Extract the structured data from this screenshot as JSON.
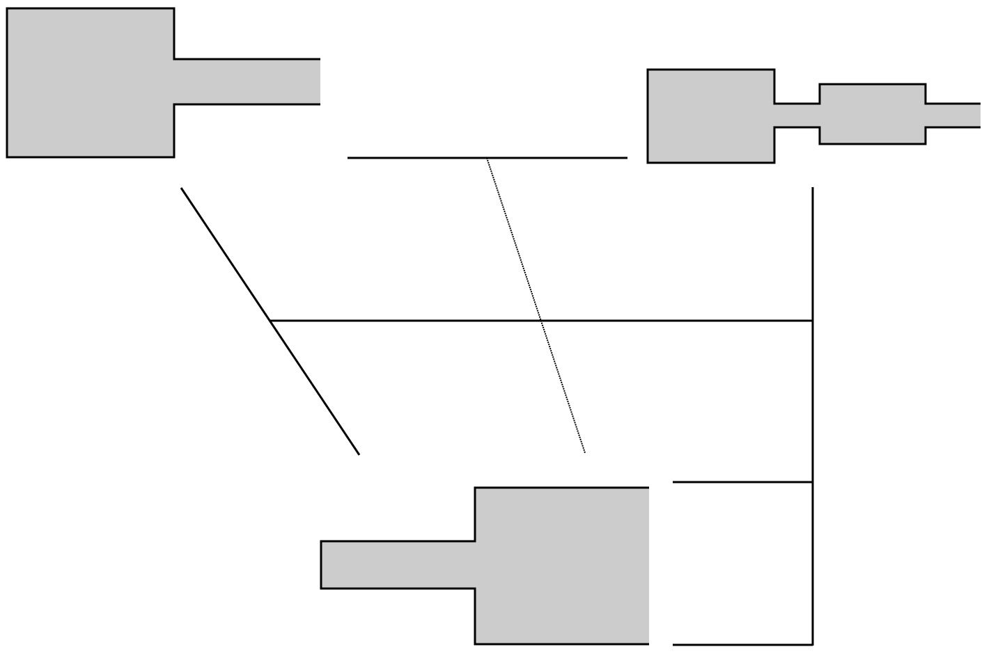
{
  "diagram": {
    "description_text": "",
    "colors": {
      "background": "#ffffff",
      "shape_fill": "#cccccc",
      "stroke": "#000000"
    },
    "shapes": [
      {
        "id": "stepped-block-top-left",
        "kind": "one-step-block",
        "direction": "right",
        "open_end": true
      },
      {
        "id": "stepped-block-top-right",
        "kind": "two-step-block",
        "direction": "right",
        "open_end": true
      },
      {
        "id": "stepped-block-bottom",
        "kind": "one-step-block",
        "direction": "left",
        "open_end": true
      }
    ],
    "connectors": [
      {
        "id": "horizontal-upper-line",
        "style": "solid"
      },
      {
        "id": "dotted-diagonal-line",
        "style": "dotted"
      },
      {
        "id": "solid-diagonal-line",
        "style": "solid"
      },
      {
        "id": "horizontal-middle-line",
        "style": "solid"
      },
      {
        "id": "vertical-right-line",
        "style": "solid"
      },
      {
        "id": "bracket-upper-line",
        "style": "solid"
      },
      {
        "id": "bracket-lower-line",
        "style": "solid"
      }
    ]
  }
}
